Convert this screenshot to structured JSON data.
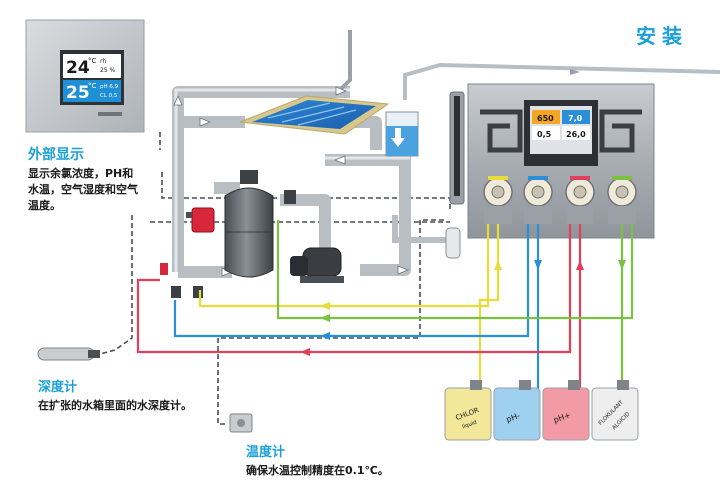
{
  "header": {
    "title": "安装"
  },
  "external_display": {
    "title": "外部显示",
    "description": "显示余氯浓度，PH和水温，空气湿度和空气温度。",
    "screen": {
      "top_value": "24",
      "top_unit": "°C",
      "top_rh": "rh",
      "top_rh_value": "25 %",
      "bottom_value": "25",
      "bottom_unit": "°C",
      "bottom_ph": "pH 6,9",
      "bottom_cl": "CL 0,5"
    }
  },
  "controller": {
    "screen_values": [
      "650",
      "7,0",
      "0,5",
      "26,0"
    ]
  },
  "depth_gauge": {
    "title": "深度计",
    "description": "在扩张的水箱里面的水深度计。"
  },
  "temperature_gauge": {
    "title": "温度计",
    "description": "确保水温控制精度在0.1℃。"
  },
  "tanks": [
    {
      "label": "CHLOR\nliquid",
      "color": "#f3e79a"
    },
    {
      "label": "pH-",
      "color": "#9fd0ef"
    },
    {
      "label": "pH+",
      "color": "#f29aa6"
    },
    {
      "label": "FLOKULANT\nALGICID",
      "color": "#e8e8e8"
    }
  ],
  "colors": {
    "accent": "#1aa0d8",
    "pipe": "#c9cdd0",
    "chlor": "#e8dc3a",
    "ph_minus": "#2a8fd6",
    "ph_plus": "#e0405a",
    "floc": "#7cc242"
  }
}
